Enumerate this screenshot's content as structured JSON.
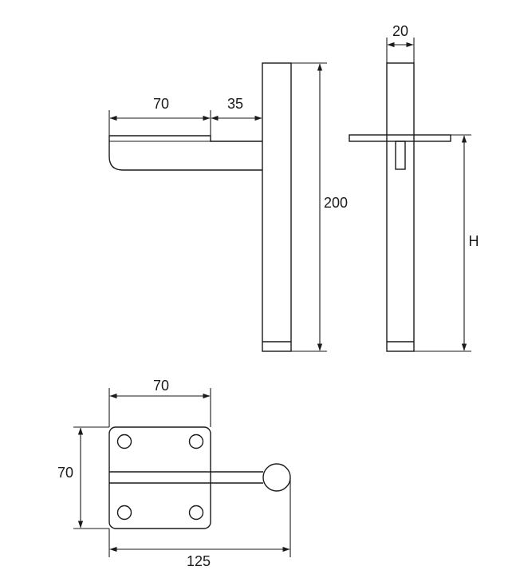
{
  "dimensions": {
    "side_arm_length": "70",
    "side_offset": "35",
    "side_height": "200",
    "front_width": "20",
    "front_height": "H",
    "top_width": "70",
    "top_depth": "70",
    "top_total_length": "125"
  },
  "colors": {
    "line": "#1a1a1a",
    "background": "#ffffff"
  }
}
